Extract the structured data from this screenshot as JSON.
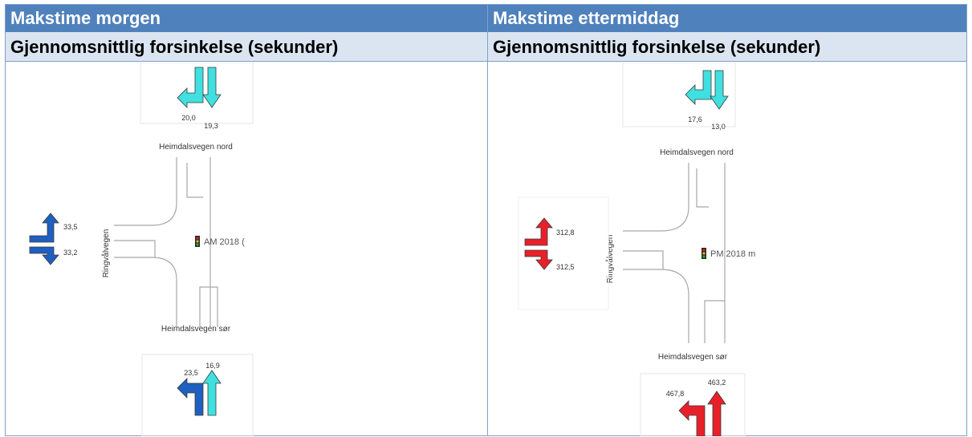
{
  "panels": [
    {
      "title": "Makstime morgen",
      "subtitle": "Gjennomsnittlig forsinkelse (sekunder)",
      "north_label": "Heimdalsvegen nord",
      "south_label": "Heimdalsvegen sør",
      "west_label": "Ringvålvegen",
      "scenario_label": "AM 2018 (",
      "delays": {
        "north_left": "20,0",
        "north_straight": "19,3",
        "west_left": "33,5",
        "west_right": "33,2",
        "south_left": "23,5",
        "south_straight": "16,9"
      },
      "colors": {
        "north": "#40e0e0",
        "west": "#1f5fbf",
        "south_left": "#1f5fbf",
        "south_straight": "#40e0e0"
      }
    },
    {
      "title": "Makstime ettermiddag",
      "subtitle": "Gjennomsnittlig forsinkelse (sekunder)",
      "north_label": "Heimdalsvegen nord",
      "south_label": "Heimdalsvegen sør",
      "west_label": "Ringvålvegen",
      "scenario_label": "PM 2018 m",
      "delays": {
        "north_left": "17,6",
        "north_straight": "13,0",
        "west_left": "312,8",
        "west_right": "312,5",
        "south_left": "467,8",
        "south_straight": "463,2"
      },
      "colors": {
        "north": "#40e0e0",
        "west": "#e8202a",
        "south_left": "#e8202a",
        "south_straight": "#e8202a"
      }
    }
  ]
}
